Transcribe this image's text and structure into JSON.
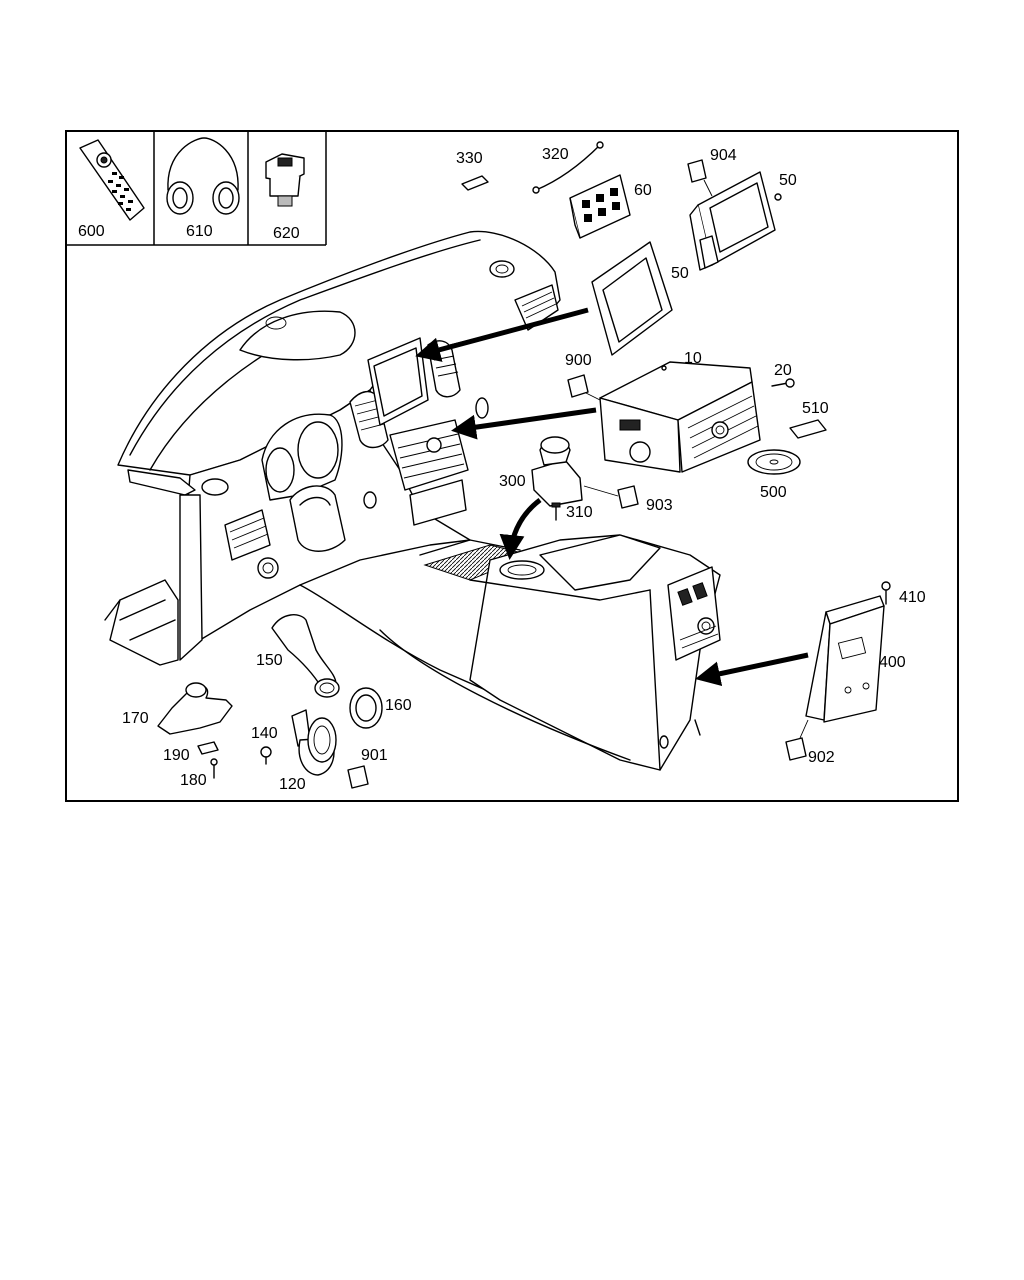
{
  "accessory_labels": {
    "remote": "600",
    "headphones": "610",
    "connector": "620"
  },
  "callouts": {
    "p330": "330",
    "p320": "320",
    "p60": "60",
    "p904": "904",
    "p50_top": "50",
    "p50_mid": "50",
    "p900": "900",
    "p10": "10",
    "p20": "20",
    "p510": "510",
    "p500": "500",
    "p300": "300",
    "p903": "903",
    "p310": "310",
    "p410": "410",
    "p400": "400",
    "p902": "902",
    "p150": "150",
    "p160": "160",
    "p170": "170",
    "p140": "140",
    "p901": "901",
    "p190": "190",
    "p180": "180",
    "p120": "120"
  }
}
